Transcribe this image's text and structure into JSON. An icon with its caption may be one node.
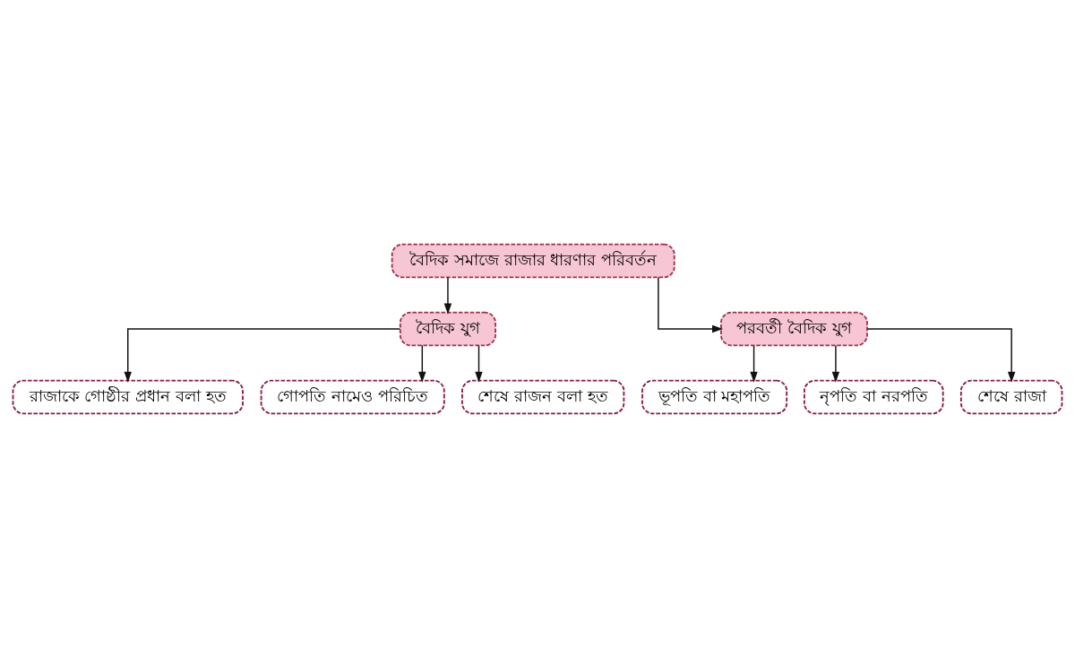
{
  "diagram": {
    "nodes": [
      {
        "text": [
          "বৈদিক সমাজে রাজার ধারণার পরিবর্তন"
        ]
      },
      {
        "text": [
          "বৈদিক যুগ"
        ]
      },
      {
        "text": [
          "পরবর্তী বৈদিক যুগ"
        ]
      },
      {
        "text": [
          "রাজাকে গোষ্ঠীর প্রধান বলা হত"
        ]
      },
      {
        "text": [
          "গোপতি নামেও পরিচিত"
        ]
      },
      {
        "text": [
          "শেষে রাজন বলা হত"
        ]
      },
      {
        "text": [
          "ভূপতি বা মহাপতি"
        ]
      },
      {
        "text": [
          "নৃপতি বা নরপতি"
        ]
      },
      {
        "text": [
          "শেষে রাজা"
        ]
      }
    ],
    "edges": [
      {
        "from": 0,
        "to": 1,
        "arrow": "to"
      },
      {
        "from": 0,
        "to": 2,
        "arrow": "to"
      },
      {
        "from": 1,
        "to": 3,
        "arrow": "to"
      },
      {
        "from": 1,
        "to": 4,
        "arrow": "to"
      },
      {
        "from": 1,
        "to": 5,
        "arrow": "to"
      },
      {
        "from": 2,
        "to": 6,
        "arrow": "to"
      },
      {
        "from": 2,
        "to": 7,
        "arrow": "to"
      },
      {
        "from": 2,
        "to": 8,
        "arrow": "to"
      }
    ]
  }
}
